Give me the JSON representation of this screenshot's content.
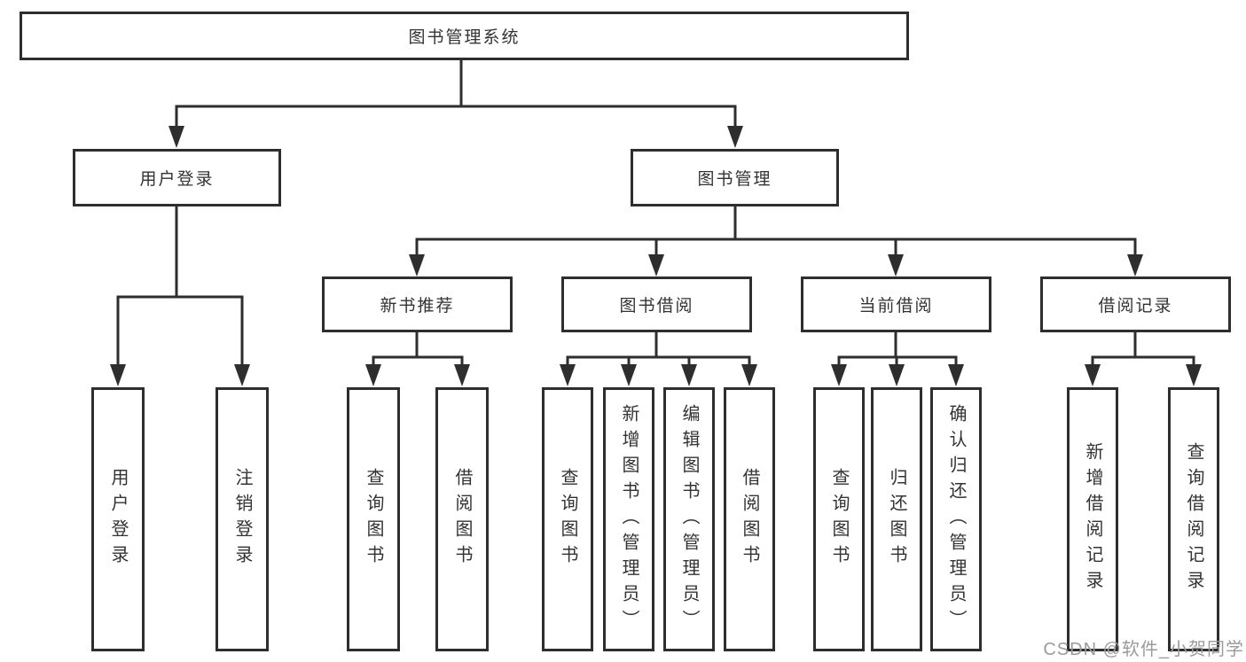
{
  "diagram": {
    "root": {
      "label": "图书管理系统"
    },
    "branches": [
      {
        "label": "用户登录",
        "children": [
          {
            "label": "用户登录"
          },
          {
            "label": "注销登录"
          }
        ]
      },
      {
        "label": "图书管理",
        "sections": [
          {
            "label": "新书推荐",
            "children": [
              {
                "label": "查询图书"
              },
              {
                "label": "借阅图书"
              }
            ]
          },
          {
            "label": "图书借阅",
            "children": [
              {
                "label": "查询图书"
              },
              {
                "label": "新增图书（管理员）"
              },
              {
                "label": "编辑图书（管理员）"
              },
              {
                "label": "借阅图书"
              }
            ]
          },
          {
            "label": "当前借阅",
            "children": [
              {
                "label": "查询图书"
              },
              {
                "label": "归还图书"
              },
              {
                "label": "确认归还（管理员）"
              }
            ]
          },
          {
            "label": "借阅记录",
            "children": [
              {
                "label": "新增借阅记录"
              },
              {
                "label": "查询借阅记录"
              }
            ]
          }
        ]
      }
    ]
  },
  "watermark": {
    "text": "CSDN @软件_小贺同学"
  },
  "colors": {
    "line": "#2e2e2e",
    "text": "#333333",
    "watermark": "#9b9b9b",
    "background": "#ffffff"
  }
}
